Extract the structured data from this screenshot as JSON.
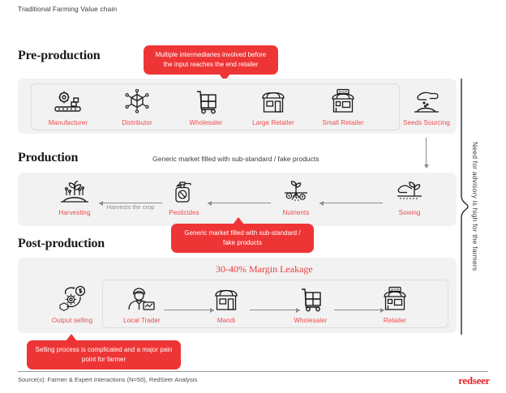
{
  "doc": {
    "title": "Traditional Farming Value chain",
    "source": "Source(s): Farmer & Expert Interactions (N=50), RedSeer Analysis",
    "logo": "redseer",
    "side_note": "Need for advisory is high for the farmers"
  },
  "colors": {
    "accent_red": "#ee3536",
    "label_red": "#ef4a4b",
    "band_grey": "#f2f2f2",
    "arrow_grey": "#8c8c8c",
    "text_dark": "#231f20"
  },
  "sections": {
    "pre_production": {
      "heading": "Pre-production",
      "nodes": [
        {
          "label": "Manufacturer",
          "icon": "factory-gear-icon"
        },
        {
          "label": "Distributor",
          "icon": "distribution-hub-icon"
        },
        {
          "label": "Wholesaler",
          "icon": "hand-truck-boxes-icon"
        },
        {
          "label": "Large Retailer",
          "icon": "storefront-icon"
        },
        {
          "label": "Small Retailer",
          "icon": "shop-sign-icon"
        },
        {
          "label": "Seeds Sourcing",
          "icon": "hand-sowing-seeds-icon"
        }
      ],
      "callout": "Multiple intermediaries involved before the input reaches the end retailer"
    },
    "production": {
      "heading": "Production",
      "note": "Generic market filled with sub-standard / fake products",
      "nodes": [
        {
          "label": "Harvesting",
          "icon": "sprout-harvest-icon"
        },
        {
          "label": "Pesticides",
          "icon": "sprayer-bottle-icon"
        },
        {
          "label": "Nutrients",
          "icon": "soil-nutrients-icon"
        },
        {
          "label": "Sowing",
          "icon": "hand-sowing-plant-icon"
        }
      ],
      "arrow_label": "Harvests the crop",
      "callout": "Generic market filled with sub-standard / fake products"
    },
    "post_production": {
      "heading": "Post-production",
      "banner": "30-40% Margin Leakage",
      "nodes": [
        {
          "label": "Output selling",
          "icon": "money-cycle-box-icon"
        },
        {
          "label": "Local Trader",
          "icon": "trader-person-icon"
        },
        {
          "label": "Mandi",
          "icon": "market-stall-icon"
        },
        {
          "label": "Wholesaler",
          "icon": "hand-truck-boxes-icon"
        },
        {
          "label": "Retailer",
          "icon": "shop-sign-icon"
        }
      ],
      "callout": "Selling process is complicated and a major pain point for farmer"
    }
  }
}
